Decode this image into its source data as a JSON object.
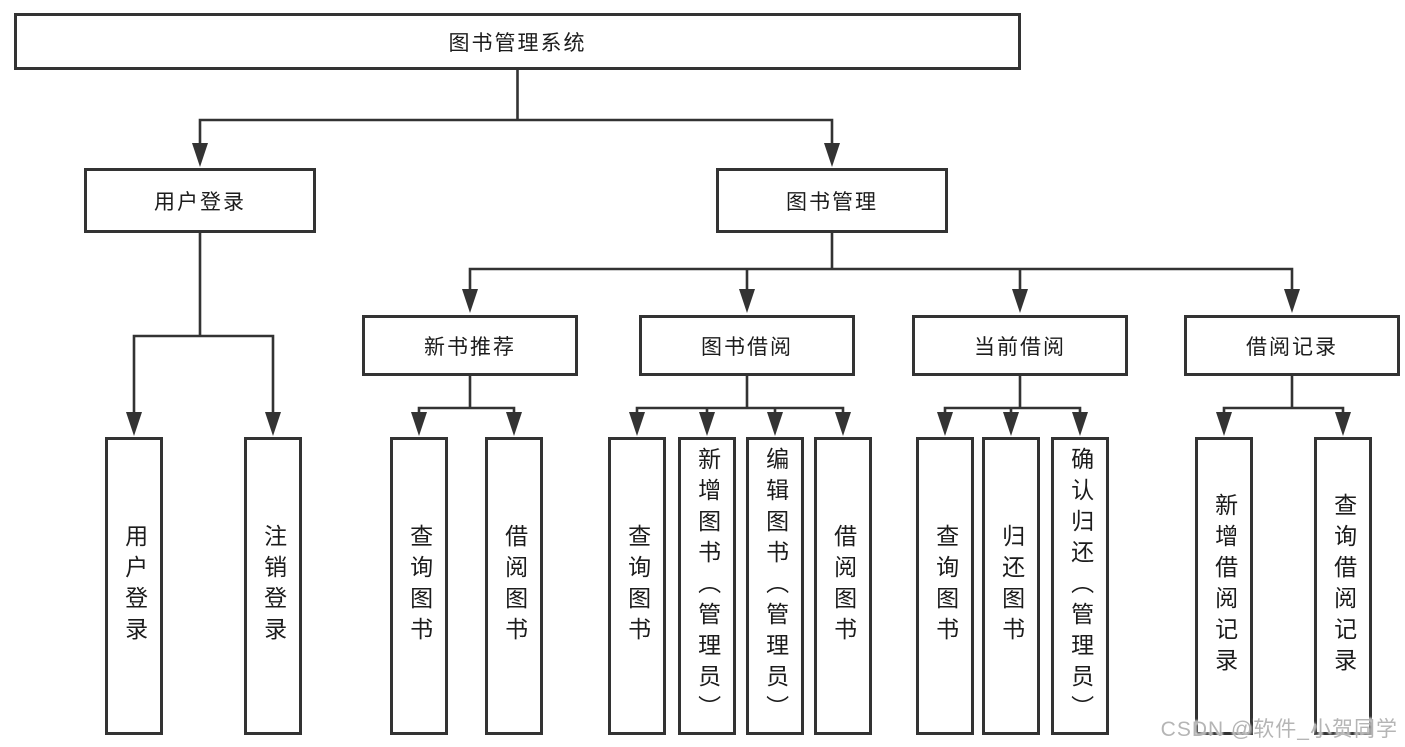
{
  "tree": {
    "label": "图书管理系统",
    "children": [
      {
        "label": "用户登录",
        "children": [
          {
            "label": "用户登录"
          },
          {
            "label": "注销登录"
          }
        ]
      },
      {
        "label": "图书管理",
        "children": [
          {
            "label": "新书推荐",
            "children": [
              {
                "label": "查询图书"
              },
              {
                "label": "借阅图书"
              }
            ]
          },
          {
            "label": "图书借阅",
            "children": [
              {
                "label": "查询图书"
              },
              {
                "label": "新增图书（管理员）"
              },
              {
                "label": "编辑图书（管理员）"
              },
              {
                "label": "借阅图书"
              }
            ]
          },
          {
            "label": "当前借阅",
            "children": [
              {
                "label": "查询图书"
              },
              {
                "label": "归还图书"
              },
              {
                "label": "确认归还（管理员）"
              }
            ]
          },
          {
            "label": "借阅记录",
            "children": [
              {
                "label": "新增借阅记录"
              },
              {
                "label": "查询借阅记录"
              }
            ]
          }
        ]
      }
    ]
  },
  "watermark": {
    "text": "CSDN @软件_小贺同学"
  },
  "colors": {
    "line": "#333333",
    "text": "#1c1c1c",
    "background": "#ffffff",
    "watermark": "#b5b5b5"
  }
}
